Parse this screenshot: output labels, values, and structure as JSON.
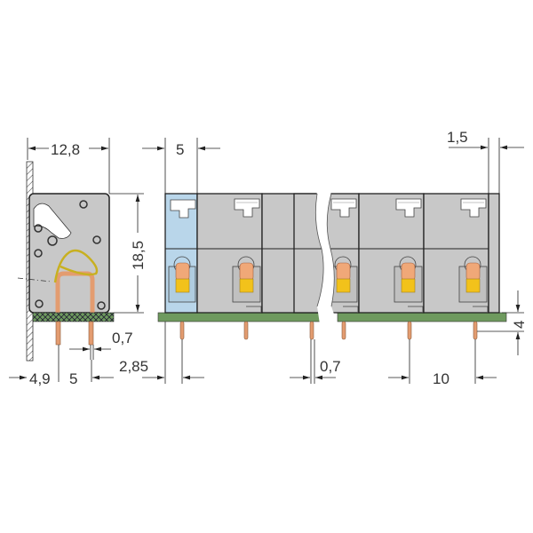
{
  "drawing": {
    "side_view": {
      "width_label": "12,8",
      "height_label": "18,5",
      "pin_diameter_label": "0,7",
      "offset_label": "4,9",
      "pin_pitch_label": "5",
      "edge_to_pin_label": "2,85"
    },
    "front_view": {
      "module_width_label": "5",
      "end_plate_label": "1,5",
      "pin_length_label": "4",
      "pin_diameter_label": "0,7",
      "pitch_label": "10"
    },
    "colors": {
      "housing": "#c8c8c8",
      "first_module": "#b9d6ea",
      "pcb": "#6e9a5e",
      "lever_orange": "#f0a878",
      "lever_yellow": "#f2c21b"
    }
  }
}
